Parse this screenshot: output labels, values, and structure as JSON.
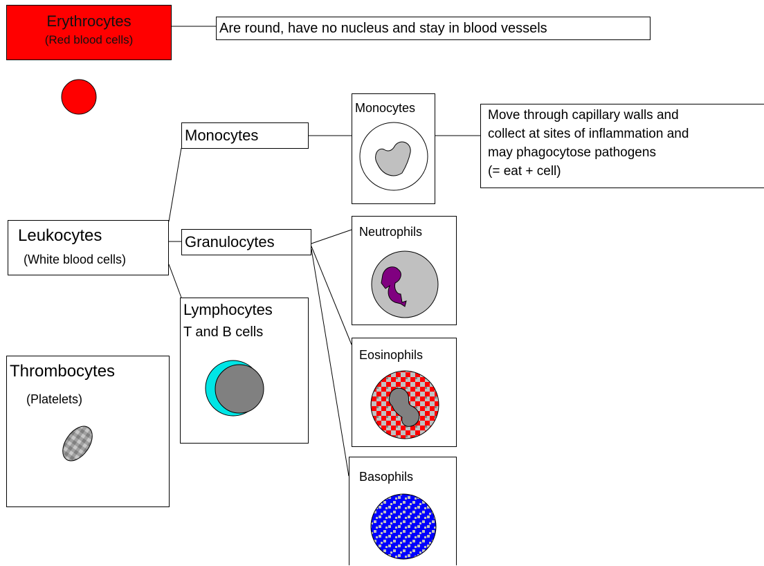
{
  "erythrocytes": {
    "title": "Erythrocytes",
    "subtitle": "(Red blood cells)",
    "description": "Are round, have no nucleus and stay in blood vessels",
    "color": "#ff0000"
  },
  "leukocytes": {
    "title": "Leukocytes",
    "subtitle": "(White blood cells)"
  },
  "monocytes": {
    "label": "Monocytes",
    "panel_label": "Monocytes",
    "description_lines": [
      "Move through capillary walls and",
      "collect at sites of inflammation and",
      "may phagocytose pathogens",
      "(= eat + cell)"
    ]
  },
  "granulocytes": {
    "label": "Granulocytes",
    "neutrophils": "Neutrophils",
    "eosinophils": "Eosinophils",
    "basophils": "Basophils"
  },
  "lymphocytes": {
    "title": "Lymphocytes",
    "subtitle": "T and B cells"
  },
  "thrombocytes": {
    "title": "Thrombocytes",
    "subtitle": "(Platelets)"
  },
  "colors": {
    "red": "#ff0000",
    "cyan": "#00e5e5",
    "purple": "#800080",
    "blue": "#0000ff",
    "gray": "#c0c0c0",
    "dark_gray": "#808080"
  }
}
